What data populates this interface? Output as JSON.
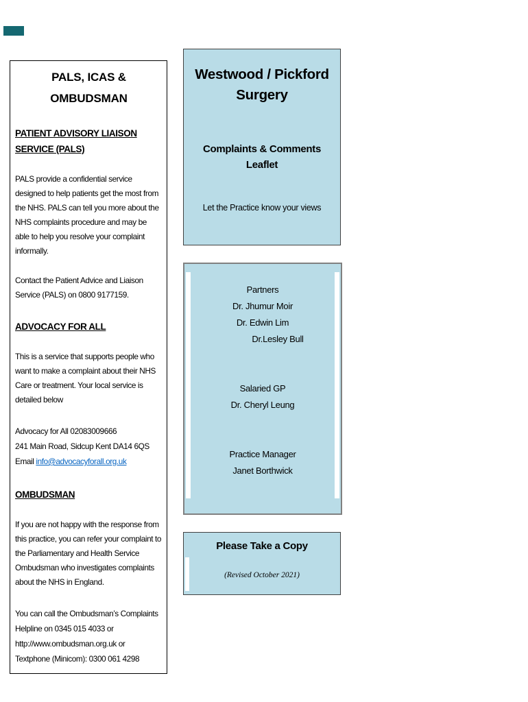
{
  "colors": {
    "box_bg": "#b9dce7",
    "corner": "#156871",
    "link": "#0563c1",
    "staff_border": "#808080",
    "box_border": "#404040"
  },
  "left_panel": {
    "title_line1": "PALS, ICAS &",
    "title_line2": "OMBUDSMAN",
    "pals_heading_line1": "PATIENT ADVISORY LIAISON",
    "pals_heading_line2": "SERVICE (PALS)",
    "pals_body": "PALS provide a confidential service designed to help patients get the most from the NHS. PALS can tell you more about the NHS complaints procedure and may be able to help you resolve your complaint informally.",
    "pals_contact": "Contact  the Patient Advice and Liaison Service (PALS) on 0800 9177159.",
    "advocacy_heading": "ADVOCACY FOR ALL",
    "advocacy_body": "This is a service that supports people who want to make a complaint about their NHS Care or treatment. Your local service is detailed below",
    "advocacy_line1": "Advocacy for All  02083009666",
    "advocacy_line2": "241 Main Road, Sidcup Kent DA14 6QS",
    "advocacy_email_label": "Email ",
    "advocacy_email_link": "info@advocacyforall.org.uk",
    "ombudsman_heading": "OMBUDSMAN",
    "ombudsman_body": "If you are not happy with the response from this practice, you can refer your complaint to the Parliamentary and Health Service Ombudsman who investigates complaints about the NHS in England.",
    "ombudsman_contact_lines": [
      "You can call the Ombudsman’s Complaints",
      "Helpline on 0345 015 4033 or",
      "http://www.ombudsman.org.uk or",
      "Textphone (Minicom): 0300 061 4298"
    ]
  },
  "title_box": {
    "title": "Westwood / Pickford Surgery",
    "subtitle": "Complaints & Comments Leaflet",
    "tagline": "Let the Practice know your views"
  },
  "staff_box": {
    "partners_label": "Partners",
    "partners": [
      "Dr. Jhumur Moir",
      "Dr. Edwin Lim",
      "Dr.Lesley Bull"
    ],
    "salaried_label": "Salaried GP",
    "salaried": "Dr. Cheryl Leung",
    "manager_label": "Practice Manager",
    "manager": "Janet Borthwick"
  },
  "copy_box": {
    "title": "Please Take a Copy",
    "revised": "(Revised October 2021)"
  }
}
